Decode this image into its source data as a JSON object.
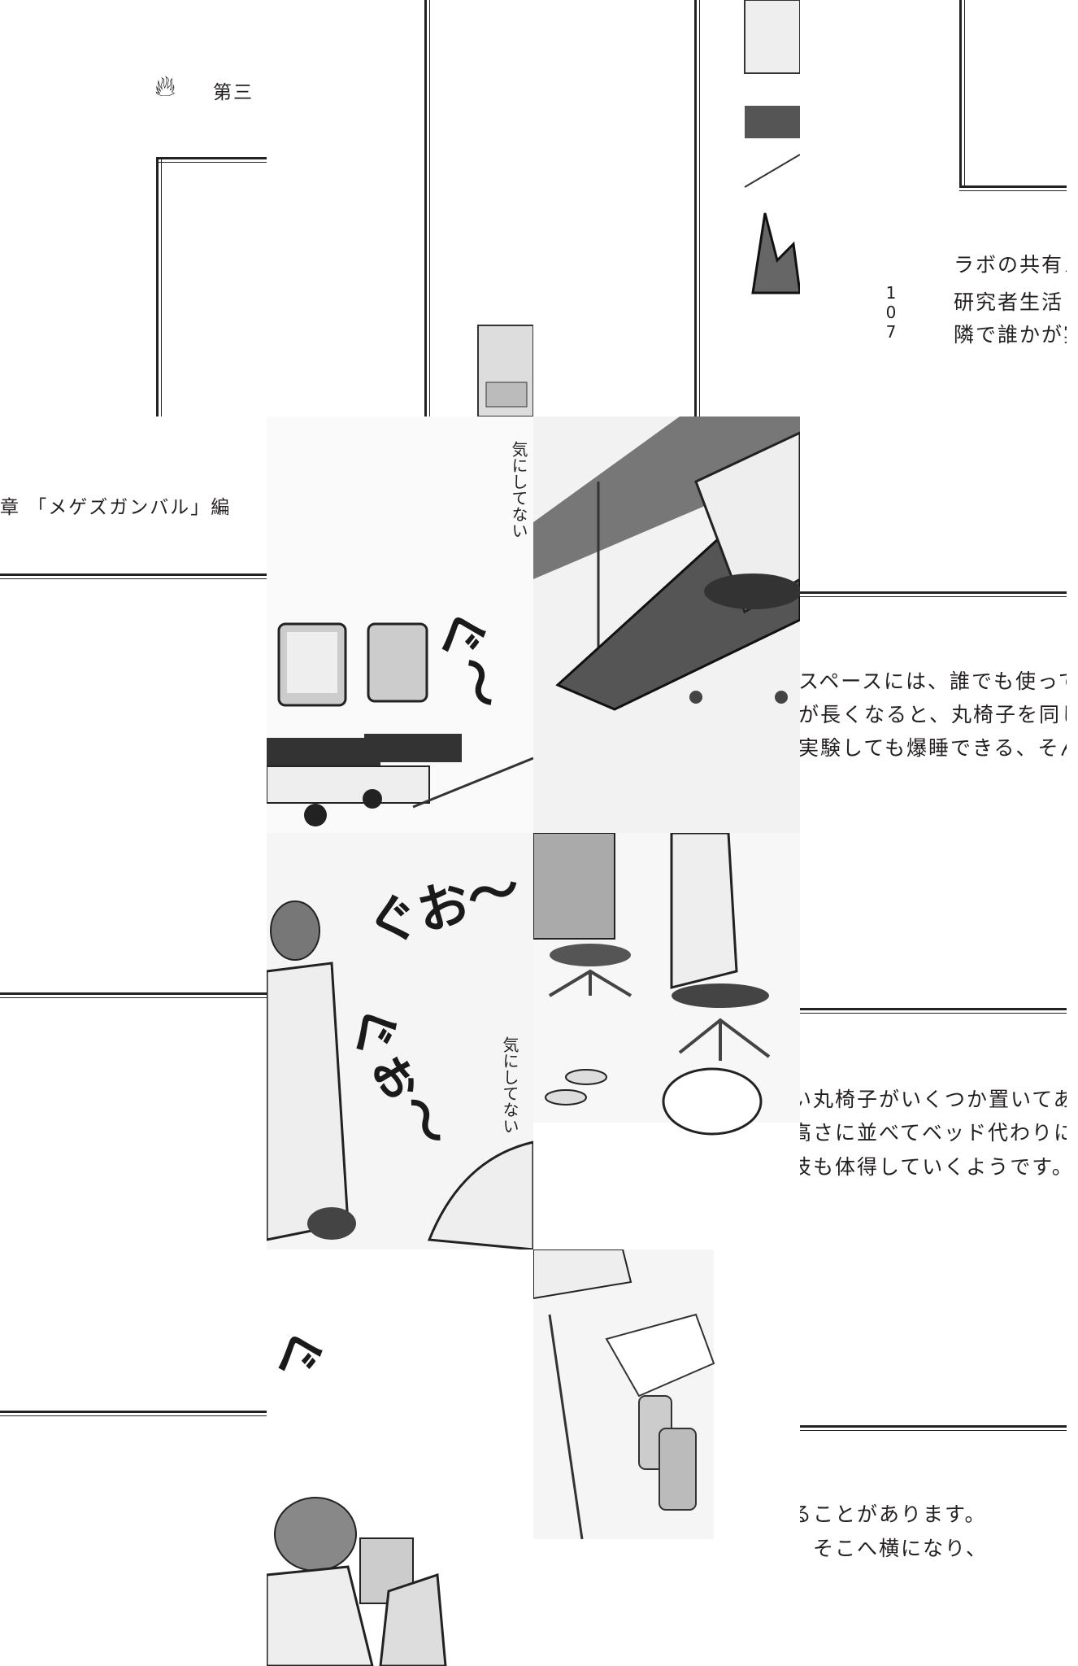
{
  "chapter": {
    "part1": "第三",
    "part2": "章 「メゲズガンバル」編",
    "icon": "flame-icon"
  },
  "page_number": "107",
  "body_fragments": {
    "top": [
      "ラボの共有ス",
      "研究者生活",
      "隣で誰かが実"
    ],
    "middle": [
      "スペースには、誰でも使ってい",
      "が長くなると、丸椅子を同じ高",
      "実験しても爆睡できる、そんな"
    ],
    "lower": [
      "い丸椅子がいくつか置いてあ",
      "高さに並べてベッド代わりにし",
      "技も体得していくようです。"
    ],
    "bottom": [
      "ることがあります。",
      "、そこへ横になり、"
    ]
  },
  "sfx": {
    "note1": "気にしてない",
    "note2": "気にしてない",
    "snore1": "ぐ〜",
    "snore2": "ぐお〜",
    "snore3": "ぐぉ〜",
    "snore4": "ぐ"
  }
}
